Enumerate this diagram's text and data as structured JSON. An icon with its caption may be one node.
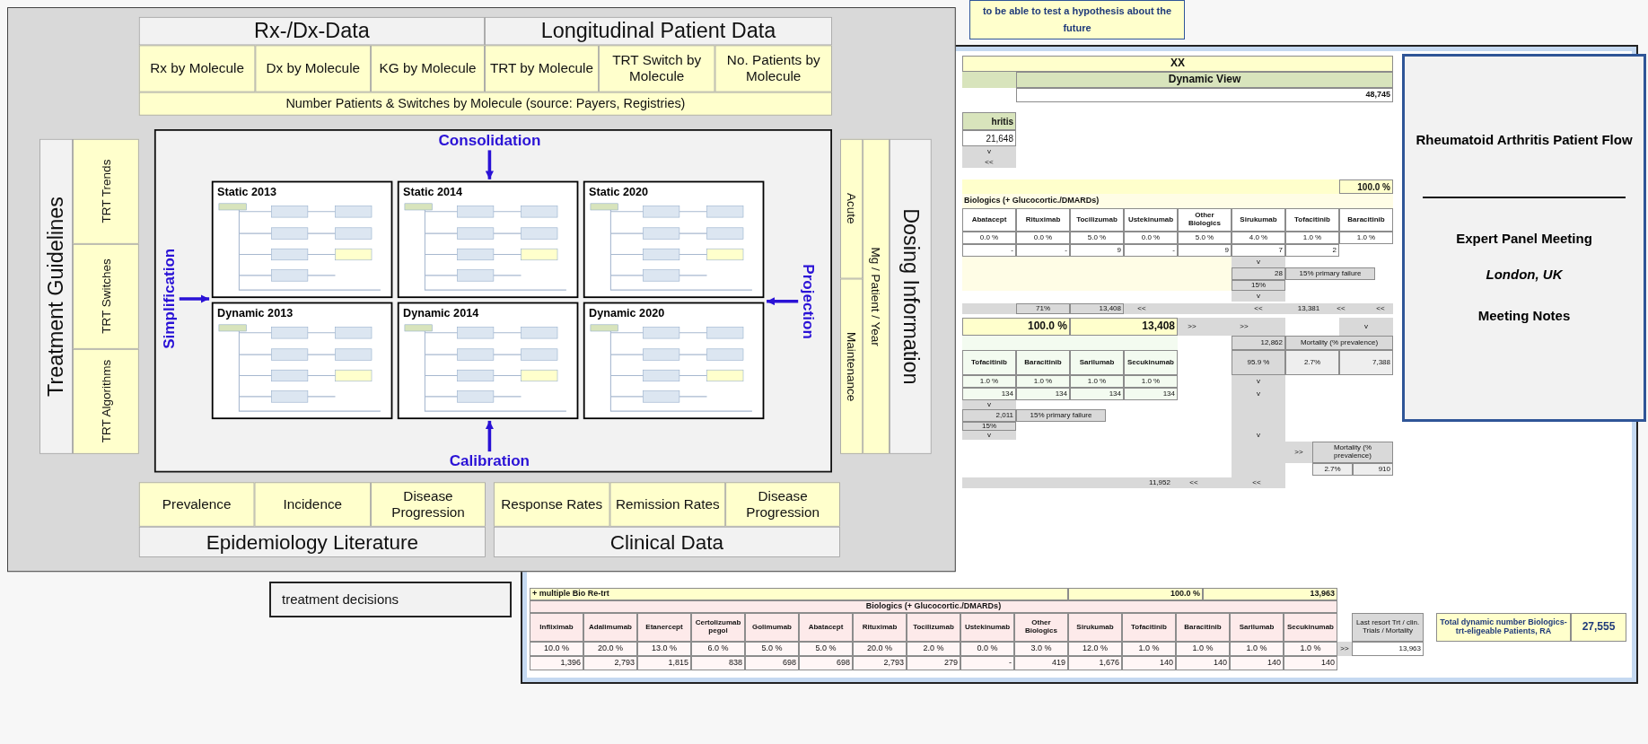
{
  "diagram": {
    "nodes": [
      {
        "text": [
          "Rx-/Dx-Data"
        ]
      },
      {
        "text": [
          "Longitudinal Patient Data"
        ]
      },
      {
        "text": [
          "Rx by Molecule"
        ]
      },
      {
        "text": [
          "Dx by Molecule"
        ]
      },
      {
        "text": [
          "KG by Molecule"
        ]
      },
      {
        "text": [
          "TRT by Molecule"
        ]
      },
      {
        "text": [
          "TRT Switch by Molecule"
        ]
      },
      {
        "text": [
          "No. Patients by Molecule"
        ]
      },
      {
        "text": [
          "Number Patients & Switches by Molecule (source: Payers, Registries)"
        ]
      },
      {
        "text": [
          "Treatment Guidelines"
        ]
      },
      {
        "text": [
          "TRT Trends"
        ]
      },
      {
        "text": [
          "TRT Switches"
        ]
      },
      {
        "text": [
          "TRT Algorithms"
        ]
      },
      {
        "text": [
          "Dosing Information"
        ]
      },
      {
        "text": [
          "Mg / Patient / Year"
        ]
      },
      {
        "text": [
          "Acute"
        ]
      },
      {
        "text": [
          "Maintenance"
        ]
      },
      {
        "text": [
          "Prevalence"
        ]
      },
      {
        "text": [
          "Incidence"
        ]
      },
      {
        "text": [
          "Disease Progression"
        ]
      },
      {
        "text": [
          "Epidemiology Literature"
        ]
      },
      {
        "text": [
          "Response Rates"
        ]
      },
      {
        "text": [
          "Remission Rates"
        ]
      },
      {
        "text": [
          "Disease Progression"
        ]
      },
      {
        "text": [
          "Clinical Data"
        ]
      },
      {
        "text": [
          "Consolidation"
        ]
      },
      {
        "text": [
          "Simplification"
        ]
      },
      {
        "text": [
          "Projection"
        ]
      },
      {
        "text": [
          "Calibration"
        ]
      },
      {
        "text": [
          "Static 2013"
        ]
      },
      {
        "text": [
          "Static 2014"
        ]
      },
      {
        "text": [
          "Static 2020"
        ]
      },
      {
        "text": [
          "Dynamic 2013"
        ]
      },
      {
        "text": [
          "Dynamic 2014"
        ]
      },
      {
        "text": [
          "Dynamic 2020"
        ]
      },
      {
        "text": [
          "Rheumatoid Arthritis Patient Flow",
          "Expert Panel Meeting",
          "London, UK",
          "Meeting Notes"
        ]
      },
      {
        "text": [
          "to be able to test a hypothesis about the future"
        ]
      },
      {
        "text": [
          "treatment decisions"
        ]
      }
    ],
    "edges": [
      {
        "from": 25,
        "to": null,
        "arrow": "to"
      },
      {
        "from": 26,
        "to": null,
        "arrow": "to"
      },
      {
        "from": 27,
        "to": null,
        "arrow": "to"
      },
      {
        "from": 28,
        "to": null,
        "arrow": "to"
      }
    ],
    "labels": [
      "XX",
      "Dynamic View",
      "48,745",
      "hritis",
      "21,648",
      "v",
      "<<",
      "100.0 %",
      "Biologics (+ Glucocortic./DMARDs)",
      "Abatacept",
      "Rituximab",
      "Tocilizumab",
      "Ustekinumab",
      "Other Biologics",
      "Sirukumab",
      "Tofacitinib",
      "Baracitinib",
      "0.0 %",
      "0.0 %",
      "5.0 %",
      "0.0 %",
      "5.0 %",
      "4.0 %",
      "1.0 %",
      "1.0 %",
      "-",
      "-",
      "9",
      "-",
      "9",
      "7",
      "2",
      "v",
      "28",
      "15% primary failure",
      "15%",
      "v",
      "71%",
      "13,408",
      "<<",
      "<<",
      "13,381",
      "<<",
      "<<",
      "100.0 %",
      "13,408",
      ">>",
      ">>",
      "v",
      "12,862",
      "Mortality (% prevalence)",
      "Tofacitinib",
      "Baracitinib",
      "Sarilumab",
      "Secukinumab",
      "95.9 %",
      "2.7%",
      "7,388",
      "1.0 %",
      "1.0 %",
      "1.0 %",
      "1.0 %",
      "v",
      "134",
      "134",
      "134",
      "134",
      "v",
      "v",
      "2,011",
      "15% primary failure",
      "15%",
      "v",
      "v",
      ">>",
      "Mortality (% prevalence)",
      "2.7%",
      "910",
      "11,952",
      "<<",
      "<<",
      "+ multiple Bio Re-trt",
      "100.0 %",
      "13,963",
      "Biologics (+ Glucocortic./DMARDs)",
      "Infliximab",
      "Adalimumab",
      "Etanercept",
      "Certolizumab pegol",
      "Golimumab",
      "Abatacept",
      "Rituximab",
      "Tocilizumab",
      "Ustekinumab",
      "Other Biologics",
      "Sirukumab",
      "Tofacitinib",
      "Baracitinib",
      "Sarilumab",
      "Secukinumab",
      "Last resort Trt / clin. Trials / Mortality",
      "Total dynamic number Biologics-trt-eligeable Patients, RA",
      "27,555",
      "10.0 %",
      "20.0 %",
      "13.0 %",
      "6.0 %",
      "5.0 %",
      "5.0 %",
      "20.0 %",
      "2.0 %",
      "0.0 %",
      "3.0 %",
      "12.0 %",
      "1.0 %",
      "1.0 %",
      "1.0 %",
      "1.0 %",
      ">>",
      "13,963",
      "1,396",
      "2,793",
      "1,815",
      "838",
      "698",
      "698",
      "2,793",
      "279",
      "-",
      "419",
      "1,676",
      "140",
      "140",
      "140",
      "140"
    ]
  }
}
